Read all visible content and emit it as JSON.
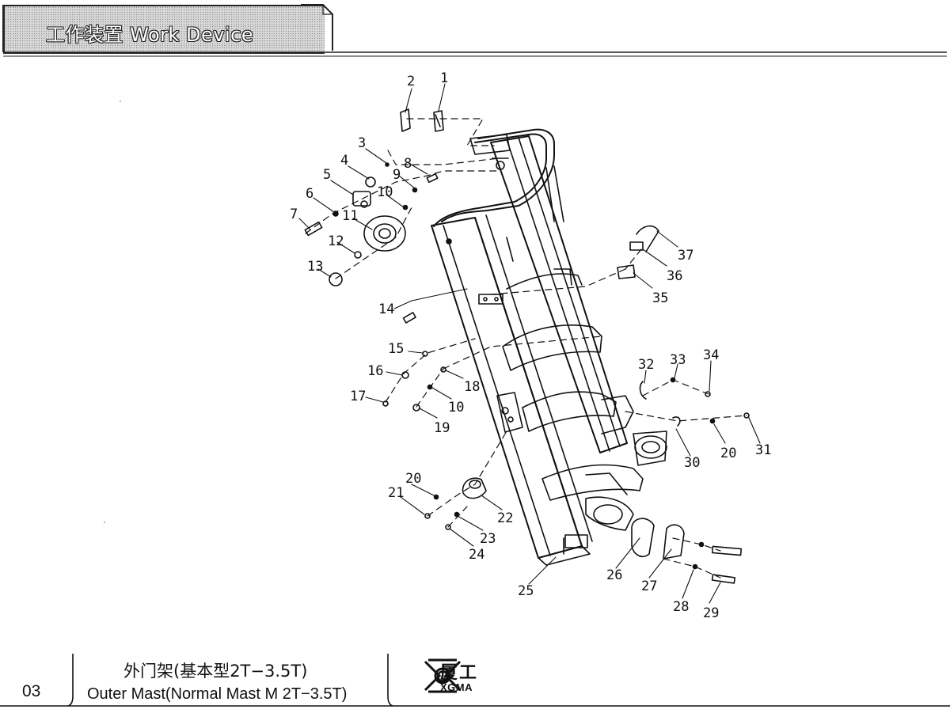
{
  "header": {
    "title": "工作装置 Work Device"
  },
  "drawing": {
    "callouts": [
      {
        "n": "1",
        "label": "1"
      },
      {
        "n": "2",
        "label": "2"
      },
      {
        "n": "3",
        "label": "3"
      },
      {
        "n": "4",
        "label": "4"
      },
      {
        "n": "5",
        "label": "5"
      },
      {
        "n": "6",
        "label": "6"
      },
      {
        "n": "7",
        "label": "7"
      },
      {
        "n": "8",
        "label": "8"
      },
      {
        "n": "9",
        "label": "9"
      },
      {
        "n": "10a",
        "label": "10"
      },
      {
        "n": "11",
        "label": "11"
      },
      {
        "n": "12",
        "label": "12"
      },
      {
        "n": "13",
        "label": "13"
      },
      {
        "n": "14",
        "label": "14"
      },
      {
        "n": "15",
        "label": "15"
      },
      {
        "n": "16",
        "label": "16"
      },
      {
        "n": "17",
        "label": "17"
      },
      {
        "n": "18",
        "label": "18"
      },
      {
        "n": "10b",
        "label": "10"
      },
      {
        "n": "19",
        "label": "19"
      },
      {
        "n": "20a",
        "label": "20"
      },
      {
        "n": "21",
        "label": "21"
      },
      {
        "n": "22",
        "label": "22"
      },
      {
        "n": "23",
        "label": "23"
      },
      {
        "n": "24",
        "label": "24"
      },
      {
        "n": "25",
        "label": "25"
      },
      {
        "n": "26",
        "label": "26"
      },
      {
        "n": "27",
        "label": "27"
      },
      {
        "n": "28",
        "label": "28"
      },
      {
        "n": "29",
        "label": "29"
      },
      {
        "n": "30",
        "label": "30"
      },
      {
        "n": "20b",
        "label": "20"
      },
      {
        "n": "31",
        "label": "31"
      },
      {
        "n": "32",
        "label": "32"
      },
      {
        "n": "33",
        "label": "33"
      },
      {
        "n": "34",
        "label": "34"
      },
      {
        "n": "35",
        "label": "35"
      },
      {
        "n": "36",
        "label": "36"
      },
      {
        "n": "37",
        "label": "37"
      }
    ]
  },
  "footer": {
    "page_number": "03",
    "caption_cn": "外门架(基本型2T−3.5T)",
    "caption_en": "Outer Mast(Normal Mast M 2T−3.5T)",
    "brand_cn": "厦工",
    "brand_en": "XGMA"
  }
}
